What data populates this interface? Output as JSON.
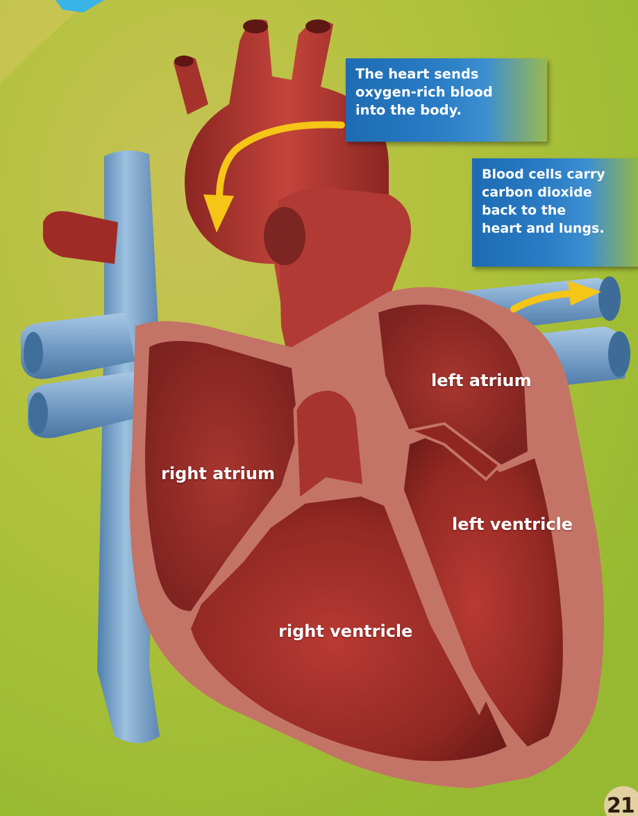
{
  "callouts": {
    "oxygen_rich": {
      "lines": [
        "The heart sends",
        "oxygen-rich blood",
        "into the body."
      ]
    },
    "carbon_dioxide": {
      "lines": [
        "Blood cells carry",
        "carbon dioxide",
        "back to the",
        "heart and lungs."
      ]
    }
  },
  "labels": {
    "right_atrium": "right atrium",
    "left_atrium": "left atrium",
    "left_ventricle": "left ventricle",
    "right_ventricle": "right ventricle"
  },
  "page_number": "21",
  "colors": {
    "background": "#a8c238",
    "heart_muscle": "#a0302c",
    "heart_wall": "#c97a6e",
    "vein_blue": "#7aa3c8",
    "artery_red": "#b3332d",
    "arrow_yellow": "#f5c518",
    "callout_blue": "#1d6bb3"
  }
}
